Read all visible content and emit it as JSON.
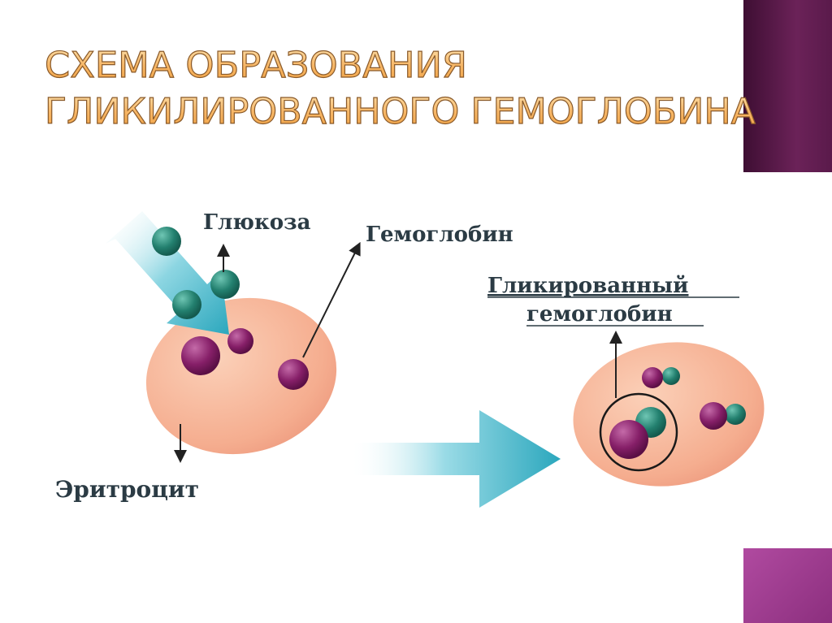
{
  "title": {
    "line1": "СХЕМА ОБРАЗОВАНИЯ",
    "line2": "ГЛИКИЛИРОВАННОГО ГЕМОГЛОБИНА"
  },
  "diagram": {
    "glucose_label": "Глюкоза",
    "hemoglobin_label": "Гемоглобин",
    "erythrocyte_label": "Эритроцит",
    "glycated_label_line1": "Гликированный",
    "glycated_label_line2": "гемоглобин"
  },
  "colors": {
    "accent_purple": "#6b2258",
    "accent_magenta": "#a03f92",
    "cell": "#f6b89a",
    "glucose": "#2a8a7a",
    "hemoglobin": "#8a2370",
    "arrow": "#3bb3c6"
  }
}
